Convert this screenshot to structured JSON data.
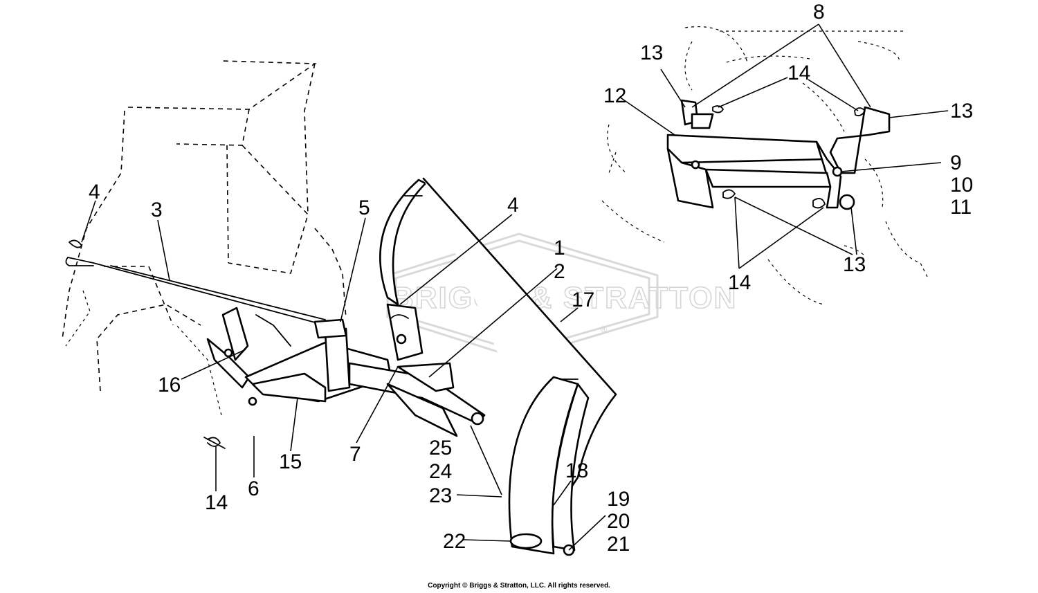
{
  "watermark": {
    "text": "BRIGGS & STRATTON",
    "registered_mark": "®"
  },
  "copyright": "Copyright © Briggs & Stratton, LLC. All rights reserved.",
  "callouts": {
    "c4_top": "4",
    "c3": "3",
    "c5": "5",
    "c4_mid": "4",
    "c1": "1",
    "c2": "2",
    "c17": "17",
    "c16": "16",
    "c15": "15",
    "c7": "7",
    "c14_left": "14",
    "c6": "6",
    "c25": "25",
    "c24": "24",
    "c23": "23",
    "c22": "22",
    "c18": "18",
    "c19": "19",
    "c20": "20",
    "c21": "21",
    "c8": "8",
    "c13_a": "13",
    "c14_top": "14",
    "c12": "12",
    "c13_b": "13",
    "c9": "9",
    "c10": "10",
    "c11": "11",
    "c13_c": "13",
    "c14_bottom": "14"
  }
}
